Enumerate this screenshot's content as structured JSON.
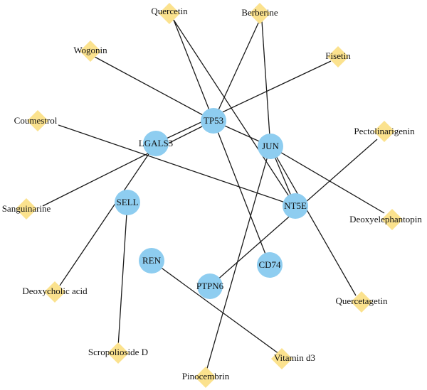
{
  "colors": {
    "gene": "#8ecdf0",
    "compound": "#fbe28e",
    "edge": "#1a1a1a",
    "text": "#111111"
  },
  "genes": [
    {
      "id": "TP53",
      "label": "TP53"
    },
    {
      "id": "LGALS3",
      "label": "LGALS3"
    },
    {
      "id": "JUN",
      "label": "JUN"
    },
    {
      "id": "SELL",
      "label": "SELL"
    },
    {
      "id": "NT5E",
      "label": "NT5E"
    },
    {
      "id": "REN",
      "label": "REN"
    },
    {
      "id": "CD74",
      "label": "CD74"
    },
    {
      "id": "PTPN6",
      "label": "PTPN6"
    }
  ],
  "compounds": [
    {
      "id": "quercetin",
      "label": "Quercetin"
    },
    {
      "id": "berberine",
      "label": "Berberine"
    },
    {
      "id": "wogonin",
      "label": "Wogonin"
    },
    {
      "id": "fisetin",
      "label": "Fisetin"
    },
    {
      "id": "coumestrol",
      "label": "Coumestrol"
    },
    {
      "id": "pectolinarigenin",
      "label": "Pectolinarigenin"
    },
    {
      "id": "sanguinarine",
      "label": "Sanguinarine"
    },
    {
      "id": "deoxyelephantopin",
      "label": "Deoxyelephantopin"
    },
    {
      "id": "deoxycholic_acid",
      "label": "Deoxycholic acid"
    },
    {
      "id": "quercetagetin",
      "label": "Quercetagetin"
    },
    {
      "id": "scropolioside_d",
      "label": "Scropolioside D"
    },
    {
      "id": "vitamin_d3",
      "label": "Vitamin d3"
    },
    {
      "id": "pinocembrin",
      "label": "Pinocembrin"
    }
  ],
  "edges": [
    [
      "quercetin",
      "TP53"
    ],
    [
      "quercetin",
      "NT5E"
    ],
    [
      "berberine",
      "TP53"
    ],
    [
      "berberine",
      "JUN"
    ],
    [
      "wogonin",
      "TP53"
    ],
    [
      "fisetin",
      "LGALS3"
    ],
    [
      "coumestrol",
      "NT5E"
    ],
    [
      "pectolinarigenin",
      "PTPN6"
    ],
    [
      "sanguinarine",
      "TP53"
    ],
    [
      "deoxyelephantopin",
      "JUN"
    ],
    [
      "deoxycholic_acid",
      "LGALS3"
    ],
    [
      "quercetagetin",
      "JUN"
    ],
    [
      "scropolioside_d",
      "SELL"
    ],
    [
      "vitamin_d3",
      "REN"
    ],
    [
      "pinocembrin",
      "JUN"
    ],
    [
      "TP53",
      "CD74"
    ],
    [
      "TP53",
      "JUN"
    ],
    [
      "JUN",
      "NT5E"
    ]
  ]
}
